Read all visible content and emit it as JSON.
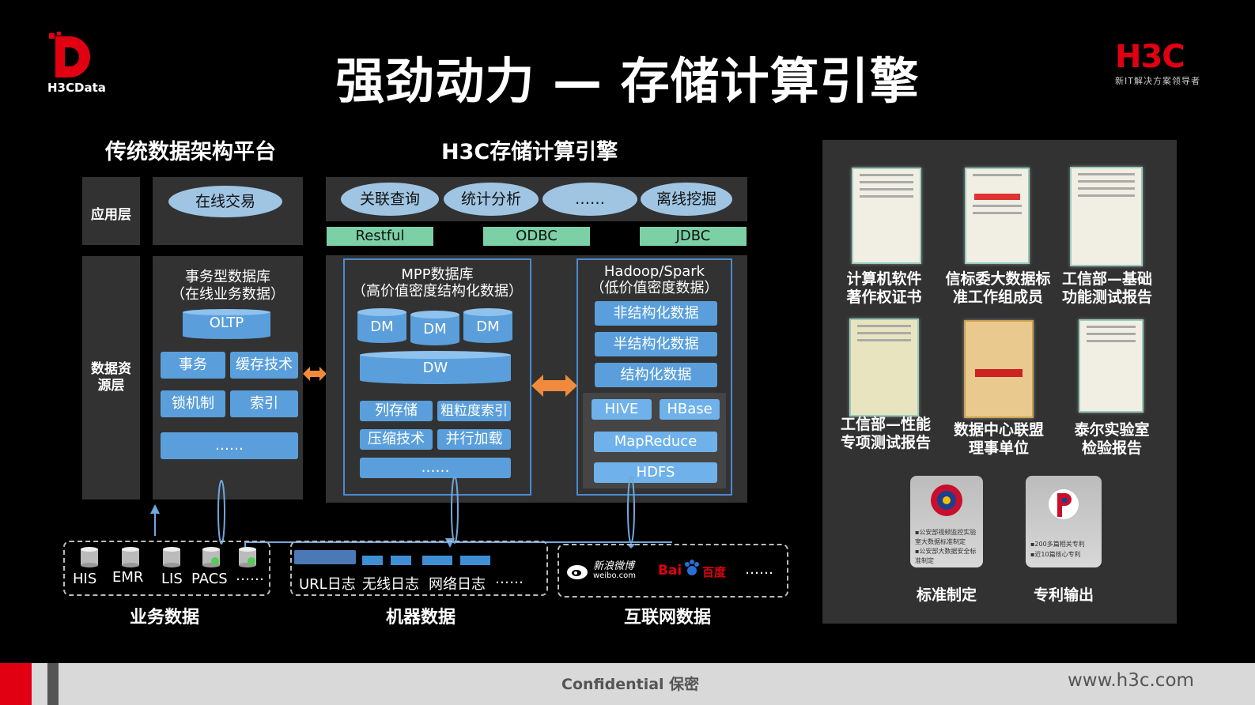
{
  "title": "强劲动力 — 存储计算引擎",
  "logo_left": "H3CData",
  "logo_right": {
    "brand": "H3C",
    "slogan": "新IT解决方案领导者"
  },
  "left_title": "传统数据架构平台",
  "center_title": "H3C存储计算引擎",
  "layers": {
    "app": "应用层",
    "data_src": "数据资\n源层"
  },
  "online_tx": "在线交易",
  "tx_db": {
    "title": "事务型数据库\n（在线业务数据）",
    "oltp": "OLTP",
    "items": [
      "事务",
      "缓存技术",
      "锁机制",
      "索引",
      "……"
    ]
  },
  "apps": [
    "关联查询",
    "统计分析",
    "……",
    "离线挖掘"
  ],
  "interfaces": [
    "Restful",
    "ODBC",
    "JDBC"
  ],
  "mpp": {
    "title": "MPP数据库\n（高价值密度结构化数据）",
    "dm": [
      "DM",
      "DM",
      "DM"
    ],
    "dw": "DW",
    "items": [
      "列存储",
      "粗粒度索引",
      "压缩技术",
      "并行加载",
      "……"
    ]
  },
  "hadoop": {
    "title": "Hadoop/Spark\n（低价值密度数据）",
    "types": [
      "非结构化数据",
      "半结构化数据",
      "结构化数据"
    ],
    "hive": "HIVE",
    "hbase": "HBase",
    "mapreduce": "MapReduce",
    "hdfs": "HDFS"
  },
  "sources": {
    "business": {
      "label": "业务数据",
      "items": [
        "HIS",
        "EMR",
        "LIS",
        "PACS",
        "……"
      ]
    },
    "machine": {
      "label": "机器数据",
      "items": [
        "URL日志",
        "无线日志",
        "网络日志",
        "……"
      ]
    },
    "internet": {
      "label": "互联网数据",
      "items": [
        "新浪微博",
        "weibo.com",
        "Bai",
        "百度",
        "……"
      ]
    }
  },
  "certs": [
    "计算机软件\n著作权证书",
    "信标委大数据标\n准工作组成员",
    "工信部—基础\n功能测试报告",
    "工信部—性能\n专项测试报告",
    "数据中心联盟\n理事单位",
    "泰尔实验室\n检验报告"
  ],
  "standards": {
    "label": "标准制定",
    "lines": [
      "▪公安部视频监控实验",
      "室大数据标准制定",
      "▪公安部大数据安全标",
      "准制定"
    ]
  },
  "patents": {
    "label": "专利输出",
    "lines": [
      "▪200多篇相关专利",
      "▪近10篇核心专利"
    ]
  },
  "footer": {
    "confidential": "Confidential 保密",
    "url": "www.h3c.com"
  },
  "colors": {
    "accent": "#e00012",
    "panel": "#323232",
    "blue": "#5a9fdb",
    "green": "#7bd0a6",
    "ellipse": "#9fc5e3",
    "arrow": "#f08a3c"
  }
}
